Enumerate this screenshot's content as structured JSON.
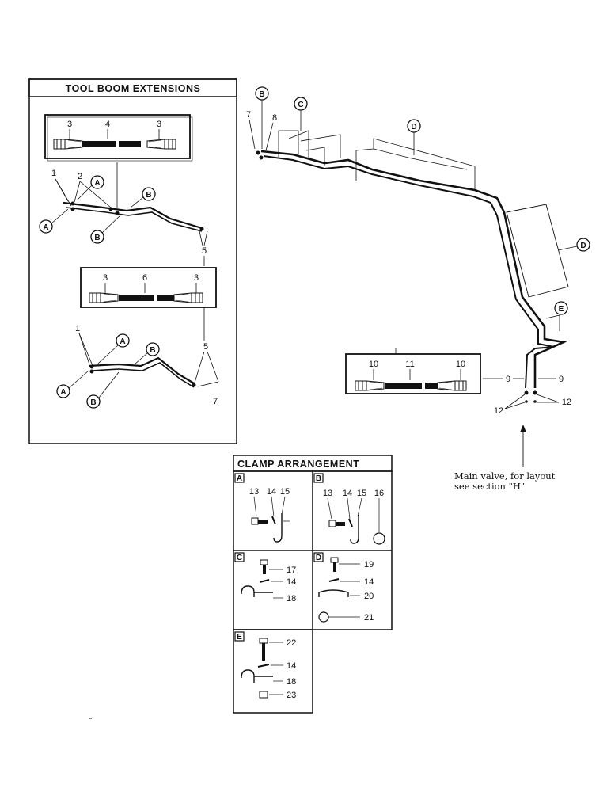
{
  "tool_boom": {
    "title": "TOOL BOOM  EXTENSIONS",
    "hose1": {
      "left": "3",
      "mid": "4",
      "right": "3"
    },
    "hose2": {
      "left": "3",
      "mid": "6",
      "right": "3"
    },
    "parts": {
      "p1": "1",
      "p2": "2",
      "p5": "5"
    },
    "clamp_letters": {
      "a": "A",
      "b": "B"
    },
    "corner_mark": "7"
  },
  "main_line": {
    "labels": {
      "p7": "7",
      "p8": "8",
      "p9": "9",
      "p12": "12"
    },
    "circles": {
      "b": "B",
      "c": "C",
      "d": "D",
      "dd": "D",
      "e": "E"
    },
    "hose": {
      "left": "10",
      "mid": "11",
      "right": "10"
    },
    "note_line1": "Main valve, for layout",
    "note_line2": "see section \"H\""
  },
  "clamp": {
    "title": "CLAMP    ARRANGEMENT",
    "boxes": {
      "a": "A",
      "b": "B",
      "c": "C",
      "d": "D",
      "e": "E"
    },
    "nums": {
      "n13": "13",
      "n14": "14",
      "n15": "15",
      "n16": "16",
      "n17": "17",
      "n18": "18",
      "n19": "19",
      "n20": "20",
      "n21": "21",
      "n22": "22",
      "n23": "23"
    }
  }
}
